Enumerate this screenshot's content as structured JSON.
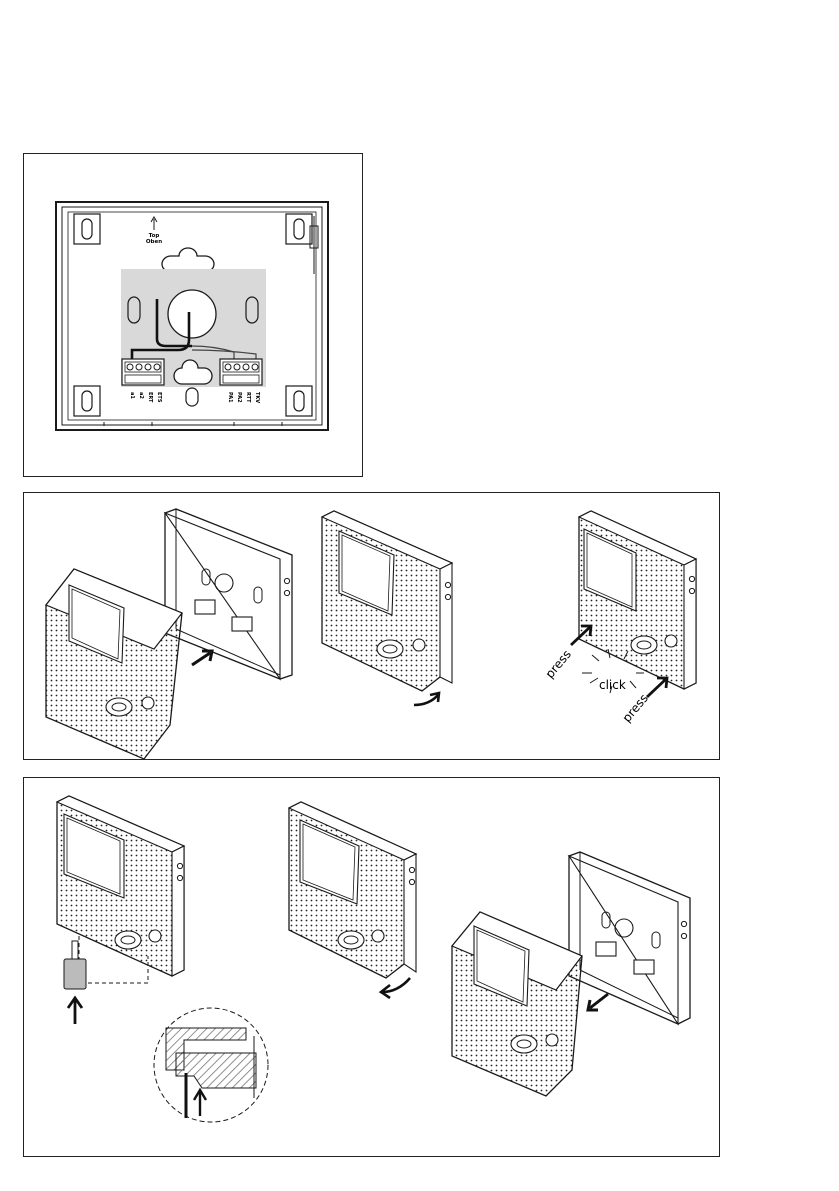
{
  "figure_1": {
    "arrow_label_top": "Top",
    "arrow_label_bottom": "Oben",
    "terminals_left": [
      "a1",
      "a2",
      "ERT",
      "ETS"
    ],
    "terminals_right": [
      "PA1",
      "PA2",
      "RTT",
      "TKV"
    ]
  },
  "figure_2": {
    "press_label_1": "press",
    "click_label": "click",
    "press_label_2": "press"
  },
  "colors": {
    "line": "#1a1a1a",
    "wiring_area": "#d9d9d9",
    "hatch": "#777777"
  }
}
